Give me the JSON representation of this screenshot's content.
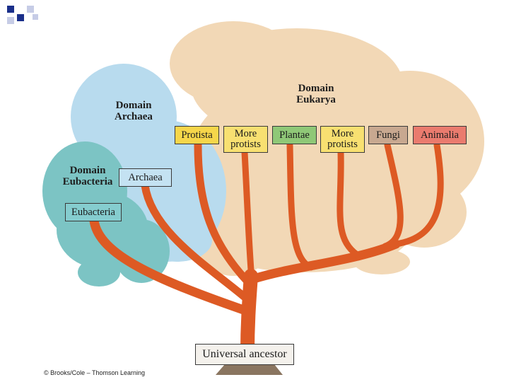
{
  "diagram": {
    "domains": {
      "archaea": "Domain\nArchaea",
      "eukarya": "Domain\nEukarya",
      "eubacteria": "Domain\nEubacteria"
    },
    "groups": {
      "protista": "Protista",
      "more_protists_1": "More\nprotists",
      "plantae": "Plantae",
      "more_protists_2": "More\nprotists",
      "fungi": "Fungi",
      "animalia": "Animalia",
      "archaea": "Archaea",
      "eubacteria": "Eubacteria"
    },
    "root": "Universal ancestor",
    "credit": "© Brooks/Cole – Thomson Learning"
  },
  "colors": {
    "eukarya_canopy": "#f2d8b6",
    "archaea_canopy": "#b8dbee",
    "eubacteria_canopy": "#7cc4c4",
    "branch": "#dd5a24",
    "trunk_base": "#8a7560",
    "protista": "#f6d64a",
    "more_protists": "#f8e071",
    "plantae": "#8fc877",
    "fungi": "#c8a890",
    "animalia": "#ea7b6e",
    "archaea": "#c4e2f2",
    "eubacteria": "#85cdcf",
    "deco_dark": "#1a2f8a",
    "deco_light": "#c6cce6"
  }
}
